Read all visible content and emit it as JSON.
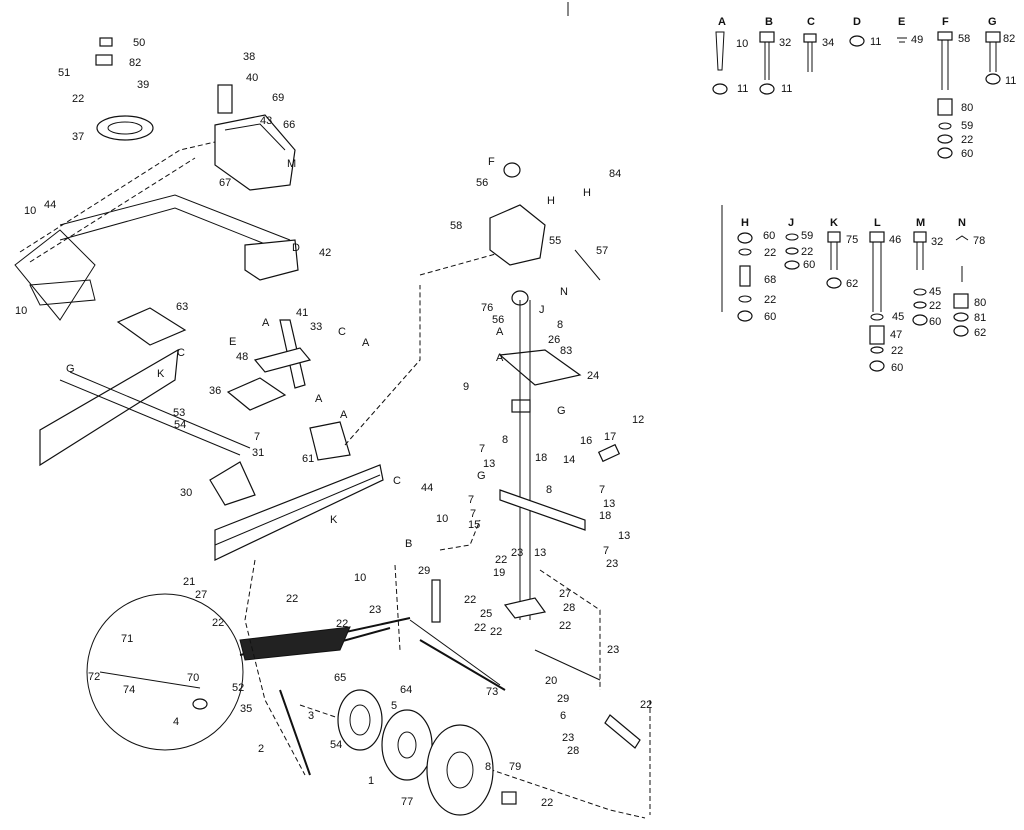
{
  "diagram": {
    "callouts": [
      {
        "id": "c1",
        "text": "50"
      },
      {
        "id": "c2",
        "text": "51"
      },
      {
        "id": "c3",
        "text": "82"
      },
      {
        "id": "c4",
        "text": "39"
      },
      {
        "id": "c5",
        "text": "22"
      },
      {
        "id": "c6",
        "text": "37"
      },
      {
        "id": "c7",
        "text": "38"
      },
      {
        "id": "c8",
        "text": "40"
      },
      {
        "id": "c9",
        "text": "69"
      },
      {
        "id": "c10",
        "text": "43"
      },
      {
        "id": "c11",
        "text": "66"
      },
      {
        "id": "c12",
        "text": "M"
      },
      {
        "id": "c13",
        "text": "67"
      },
      {
        "id": "c14",
        "text": "D"
      },
      {
        "id": "c15",
        "text": "42"
      },
      {
        "id": "c16",
        "text": "10"
      },
      {
        "id": "c17",
        "text": "44"
      },
      {
        "id": "c18",
        "text": "10"
      },
      {
        "id": "c19",
        "text": "63"
      },
      {
        "id": "c20",
        "text": "41"
      },
      {
        "id": "c21",
        "text": "33"
      },
      {
        "id": "c22",
        "text": "C"
      },
      {
        "id": "c23",
        "text": "A"
      },
      {
        "id": "c24",
        "text": "A"
      },
      {
        "id": "c25",
        "text": "E"
      },
      {
        "id": "c26",
        "text": "48"
      },
      {
        "id": "c27",
        "text": "C"
      },
      {
        "id": "c28",
        "text": "K"
      },
      {
        "id": "c29",
        "text": "G"
      },
      {
        "id": "c30",
        "text": "36"
      },
      {
        "id": "c31",
        "text": "53"
      },
      {
        "id": "c32",
        "text": "54"
      },
      {
        "id": "c33",
        "text": "7"
      },
      {
        "id": "c34",
        "text": "31"
      },
      {
        "id": "c35",
        "text": "30"
      },
      {
        "id": "c36",
        "text": "A"
      },
      {
        "id": "c37",
        "text": "A"
      },
      {
        "id": "c38",
        "text": "61"
      },
      {
        "id": "c39",
        "text": "C"
      },
      {
        "id": "c40",
        "text": "44"
      },
      {
        "id": "c41",
        "text": "10"
      },
      {
        "id": "c42",
        "text": "K"
      },
      {
        "id": "c43",
        "text": "B"
      },
      {
        "id": "c44",
        "text": "10"
      },
      {
        "id": "c45",
        "text": "F"
      },
      {
        "id": "c46",
        "text": "56"
      },
      {
        "id": "c47",
        "text": "H"
      },
      {
        "id": "c48",
        "text": "H"
      },
      {
        "id": "c49",
        "text": "84"
      },
      {
        "id": "c50",
        "text": "58"
      },
      {
        "id": "c51",
        "text": "55"
      },
      {
        "id": "c52",
        "text": "57"
      },
      {
        "id": "c53",
        "text": "N"
      },
      {
        "id": "c54",
        "text": "76"
      },
      {
        "id": "c55",
        "text": "56"
      },
      {
        "id": "c56",
        "text": "J"
      },
      {
        "id": "c57",
        "text": "8"
      },
      {
        "id": "c58",
        "text": "A"
      },
      {
        "id": "c59",
        "text": "26"
      },
      {
        "id": "c60",
        "text": "A"
      },
      {
        "id": "c61",
        "text": "83"
      },
      {
        "id": "c62",
        "text": "9"
      },
      {
        "id": "c63",
        "text": "24"
      },
      {
        "id": "c64",
        "text": "G"
      },
      {
        "id": "c65",
        "text": "8"
      },
      {
        "id": "c66",
        "text": "7"
      },
      {
        "id": "c67",
        "text": "13"
      },
      {
        "id": "c68",
        "text": "G"
      },
      {
        "id": "c69",
        "text": "18"
      },
      {
        "id": "c70",
        "text": "14"
      },
      {
        "id": "c71",
        "text": "16"
      },
      {
        "id": "c72",
        "text": "17"
      },
      {
        "id": "c73",
        "text": "12"
      },
      {
        "id": "c74",
        "text": "8"
      },
      {
        "id": "c75",
        "text": "7"
      },
      {
        "id": "c76",
        "text": "13"
      },
      {
        "id": "c77",
        "text": "18"
      },
      {
        "id": "c78",
        "text": "13"
      },
      {
        "id": "c79",
        "text": "7"
      },
      {
        "id": "c80",
        "text": "7"
      },
      {
        "id": "c81",
        "text": "15"
      },
      {
        "id": "c82",
        "text": "23"
      },
      {
        "id": "c83",
        "text": "13"
      },
      {
        "id": "c84",
        "text": "7"
      },
      {
        "id": "c85",
        "text": "23"
      },
      {
        "id": "c86",
        "text": "22"
      },
      {
        "id": "c87",
        "text": "19"
      },
      {
        "id": "c88",
        "text": "29"
      },
      {
        "id": "c89",
        "text": "22"
      },
      {
        "id": "c90",
        "text": "25"
      },
      {
        "id": "c91",
        "text": "28"
      },
      {
        "id": "c92",
        "text": "23"
      },
      {
        "id": "c93",
        "text": "22"
      },
      {
        "id": "c94",
        "text": "22"
      },
      {
        "id": "c95",
        "text": "27"
      },
      {
        "id": "c96",
        "text": "23"
      },
      {
        "id": "c97",
        "text": "22"
      },
      {
        "id": "c98",
        "text": "20"
      },
      {
        "id": "c99",
        "text": "22"
      },
      {
        "id": "c100",
        "text": "21"
      },
      {
        "id": "c101",
        "text": "27"
      },
      {
        "id": "c102",
        "text": "22"
      },
      {
        "id": "c103",
        "text": "22"
      },
      {
        "id": "c104",
        "text": "73"
      },
      {
        "id": "c105",
        "text": "71"
      },
      {
        "id": "c106",
        "text": "72"
      },
      {
        "id": "c107",
        "text": "74"
      },
      {
        "id": "c108",
        "text": "70"
      },
      {
        "id": "c109",
        "text": "4"
      },
      {
        "id": "c110",
        "text": "65"
      },
      {
        "id": "c111",
        "text": "64"
      },
      {
        "id": "c112",
        "text": "5"
      },
      {
        "id": "c113",
        "text": "3"
      },
      {
        "id": "c114",
        "text": "54"
      },
      {
        "id": "c115",
        "text": "52"
      },
      {
        "id": "c116",
        "text": "35"
      },
      {
        "id": "c117",
        "text": "2"
      },
      {
        "id": "c118",
        "text": "1"
      },
      {
        "id": "c119",
        "text": "77"
      },
      {
        "id": "c120",
        "text": "8"
      },
      {
        "id": "c121",
        "text": "79"
      },
      {
        "id": "c122",
        "text": "22"
      },
      {
        "id": "c123",
        "text": "29"
      },
      {
        "id": "c124",
        "text": "6"
      },
      {
        "id": "c125",
        "text": "22"
      },
      {
        "id": "c126",
        "text": "23"
      },
      {
        "id": "c127",
        "text": "28"
      }
    ],
    "legend_top": [
      {
        "key": "A",
        "parts": [
          "10",
          "11"
        ]
      },
      {
        "key": "B",
        "parts": [
          "32",
          "11"
        ]
      },
      {
        "key": "C",
        "parts": [
          "34"
        ]
      },
      {
        "key": "D",
        "parts": [
          "11"
        ]
      },
      {
        "key": "E",
        "parts": [
          "49"
        ]
      },
      {
        "key": "F",
        "parts": [
          "58",
          "80",
          "59",
          "22",
          "60"
        ]
      },
      {
        "key": "G",
        "parts": [
          "82",
          "11"
        ]
      }
    ],
    "legend_bottom": [
      {
        "key": "H",
        "parts": [
          "60",
          "22",
          "68",
          "22",
          "60"
        ]
      },
      {
        "key": "J",
        "parts": [
          "59",
          "22",
          "60"
        ]
      },
      {
        "key": "K",
        "parts": [
          "75",
          "62"
        ]
      },
      {
        "key": "L",
        "parts": [
          "46",
          "45",
          "47",
          "22",
          "60"
        ]
      },
      {
        "key": "M",
        "parts": [
          "32",
          "45",
          "22",
          "60"
        ]
      },
      {
        "key": "N",
        "parts": [
          "78",
          "80",
          "81",
          "62"
        ]
      }
    ]
  }
}
